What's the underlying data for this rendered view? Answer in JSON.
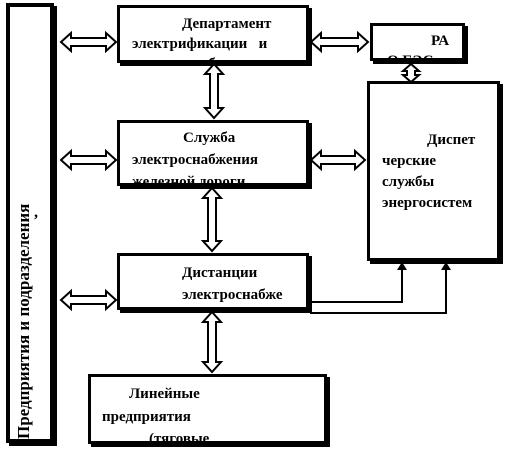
{
  "diagram": {
    "left_panel": {
      "label": "Предприятия и подразделения",
      "extra_mark": ","
    },
    "department": {
      "line1": "Департамент",
      "line2": "электрификации   и",
      "line3": "электроснабжения"
    },
    "ra": {
      "line1": "РА",
      "line2": "О ЕЭС"
    },
    "service": {
      "line1": "Служба",
      "line2": "электроснабжения",
      "line3": "железной дороги"
    },
    "dispatch": {
      "line1": "Диспет",
      "line2": "черские",
      "line3": "службы",
      "line4": "энергосистем"
    },
    "distance": {
      "line1": "Дистанции",
      "line2": "электроснабже"
    },
    "linear": {
      "line1": "Линейные",
      "line2": "предприятия",
      "line3": "(тяговые"
    }
  }
}
